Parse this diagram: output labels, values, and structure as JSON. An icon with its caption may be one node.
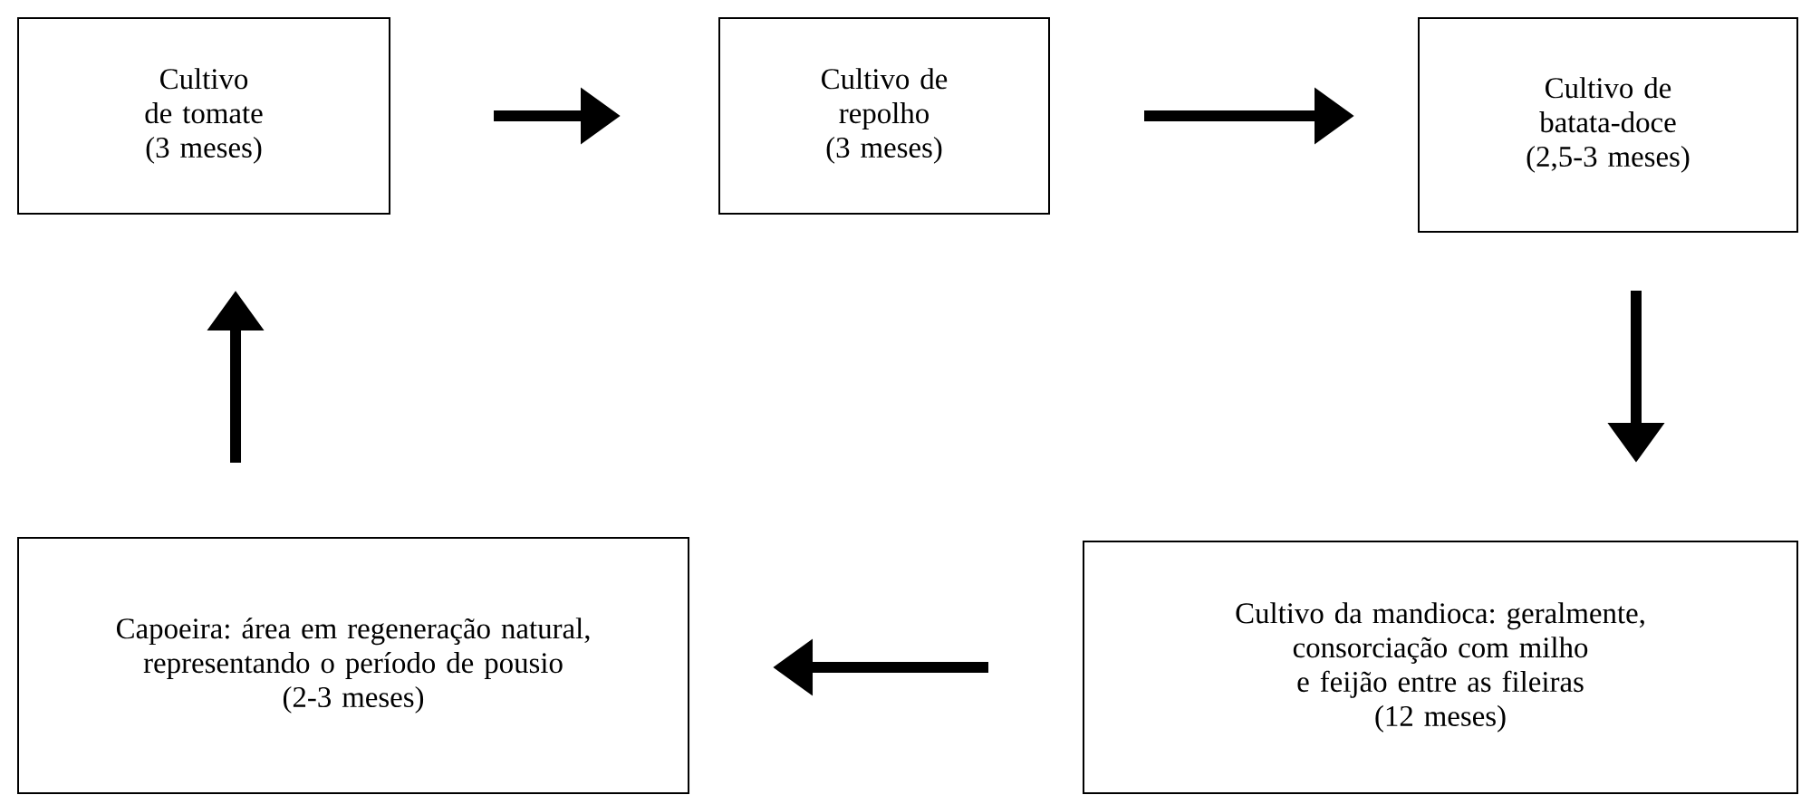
{
  "diagram": {
    "nodes": [
      {
        "text": [
          "Cultivo de tomate",
          "(3 meses)"
        ]
      },
      {
        "text": [
          "Cultivo de repolho",
          "(3 meses)"
        ]
      },
      {
        "text": [
          "Cultivo de batata-doce",
          "(2,5-3 meses)"
        ]
      },
      {
        "text": [
          "Cultivo da mandioca: geralmente, consorciação com milho e feijão entre as fileiras",
          "(12 meses)"
        ]
      },
      {
        "text": [
          "Capoeira: área em regeneração natural, representando o período de pousio",
          "(2-3 meses)"
        ]
      }
    ],
    "edges": [
      {
        "from": 0,
        "to": 1,
        "arrow": "to"
      },
      {
        "from": 1,
        "to": 2,
        "arrow": "to"
      },
      {
        "from": 2,
        "to": 3,
        "arrow": "to"
      },
      {
        "from": 3,
        "to": 4,
        "arrow": "to"
      },
      {
        "from": 4,
        "to": 0,
        "arrow": "to"
      }
    ]
  }
}
